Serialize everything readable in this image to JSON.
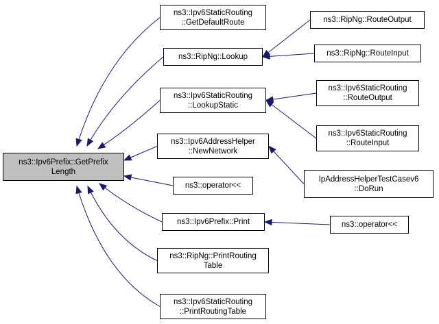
{
  "diagram": {
    "edge_color": "#191970",
    "root_fill": "#bfbfbf",
    "nodes": [
      {
        "id": "root",
        "lines": [
          "ns3::Ipv6Prefix::GetPrefix",
          "Length"
        ]
      },
      {
        "id": "static_getdefaultroute",
        "lines": [
          "ns3::Ipv6StaticRouting",
          "::GetDefaultRoute"
        ]
      },
      {
        "id": "ripng_lookup",
        "lines": [
          "ns3::RipNg::Lookup"
        ]
      },
      {
        "id": "static_lookupstatic",
        "lines": [
          "ns3::Ipv6StaticRouting",
          "::LookupStatic"
        ]
      },
      {
        "id": "addresshelper_newnetwork",
        "lines": [
          "ns3::Ipv6AddressHelper",
          "::NewNetwork"
        ]
      },
      {
        "id": "operator_ll_1",
        "lines": [
          "ns3::operator<<"
        ]
      },
      {
        "id": "prefix_print",
        "lines": [
          "ns3::Ipv6Prefix::Print"
        ]
      },
      {
        "id": "ripng_printroutingtable",
        "lines": [
          "ns3::RipNg::PrintRouting",
          "Table"
        ]
      },
      {
        "id": "static_printroutingtable",
        "lines": [
          "ns3::Ipv6StaticRouting",
          "::PrintRoutingTable"
        ]
      },
      {
        "id": "ripng_routeoutput",
        "lines": [
          "ns3::RipNg::RouteOutput"
        ]
      },
      {
        "id": "ripng_routeinput",
        "lines": [
          "ns3::RipNg::RouteInput"
        ]
      },
      {
        "id": "static_routeoutput",
        "lines": [
          "ns3::Ipv6StaticRouting",
          "::RouteOutput"
        ]
      },
      {
        "id": "static_routeinput",
        "lines": [
          "ns3::Ipv6StaticRouting",
          "::RouteInput"
        ]
      },
      {
        "id": "testcase_dorun",
        "lines": [
          "IpAddressHelperTestCasev6",
          "::DoRun"
        ]
      },
      {
        "id": "operator_ll_2",
        "lines": [
          "ns3::operator<<"
        ]
      }
    ],
    "edges": [
      {
        "from": "static_getdefaultroute",
        "to": "root"
      },
      {
        "from": "ripng_lookup",
        "to": "root"
      },
      {
        "from": "static_lookupstatic",
        "to": "root"
      },
      {
        "from": "addresshelper_newnetwork",
        "to": "root"
      },
      {
        "from": "operator_ll_1",
        "to": "root"
      },
      {
        "from": "prefix_print",
        "to": "root"
      },
      {
        "from": "ripng_printroutingtable",
        "to": "root"
      },
      {
        "from": "static_printroutingtable",
        "to": "root"
      },
      {
        "from": "ripng_routeoutput",
        "to": "ripng_lookup"
      },
      {
        "from": "ripng_routeinput",
        "to": "ripng_lookup"
      },
      {
        "from": "static_routeoutput",
        "to": "static_lookupstatic"
      },
      {
        "from": "static_routeinput",
        "to": "static_lookupstatic"
      },
      {
        "from": "testcase_dorun",
        "to": "addresshelper_newnetwork"
      },
      {
        "from": "operator_ll_2",
        "to": "prefix_print"
      }
    ]
  }
}
